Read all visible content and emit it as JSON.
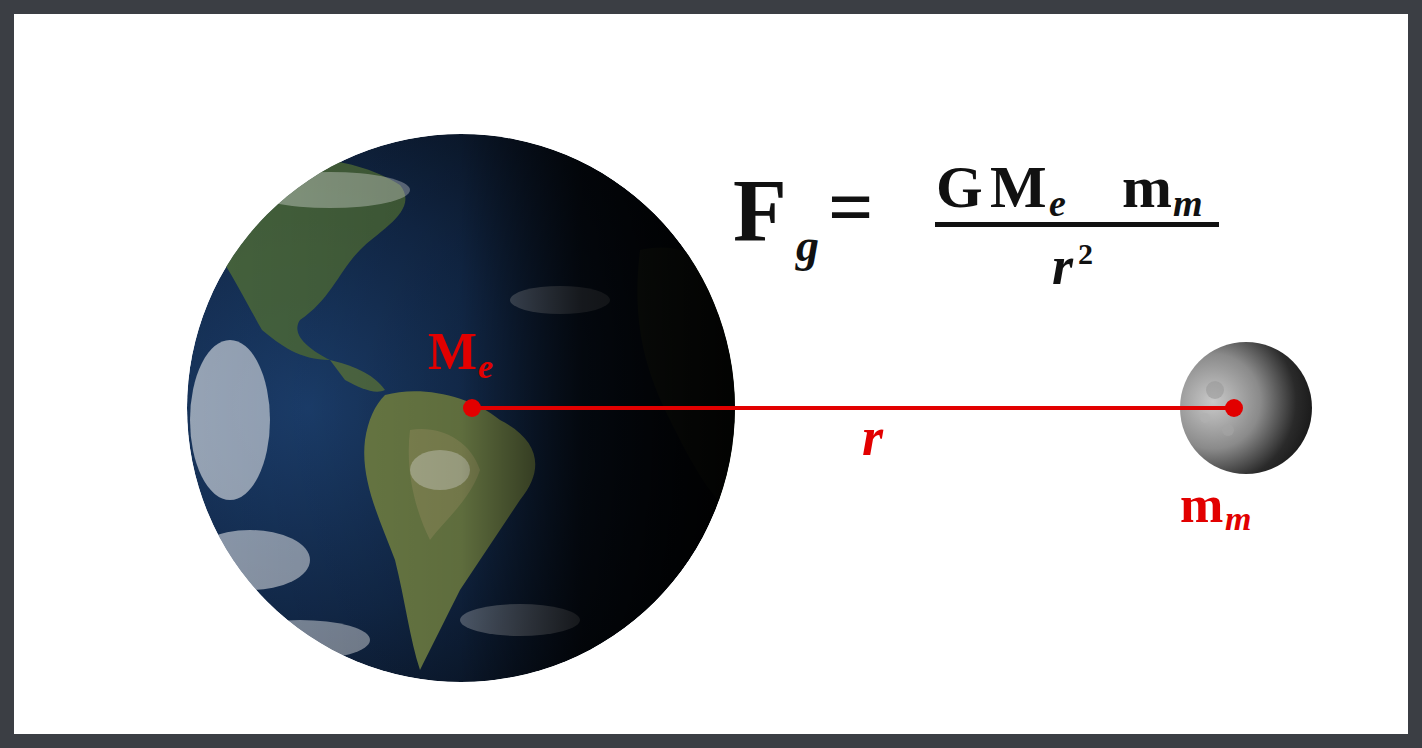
{
  "diagram": {
    "labels": [
      "F",
      "g",
      "=",
      "G",
      "M",
      "e",
      "m",
      "m",
      "r",
      "2",
      "M",
      "e",
      "r",
      "m",
      "m"
    ]
  }
}
